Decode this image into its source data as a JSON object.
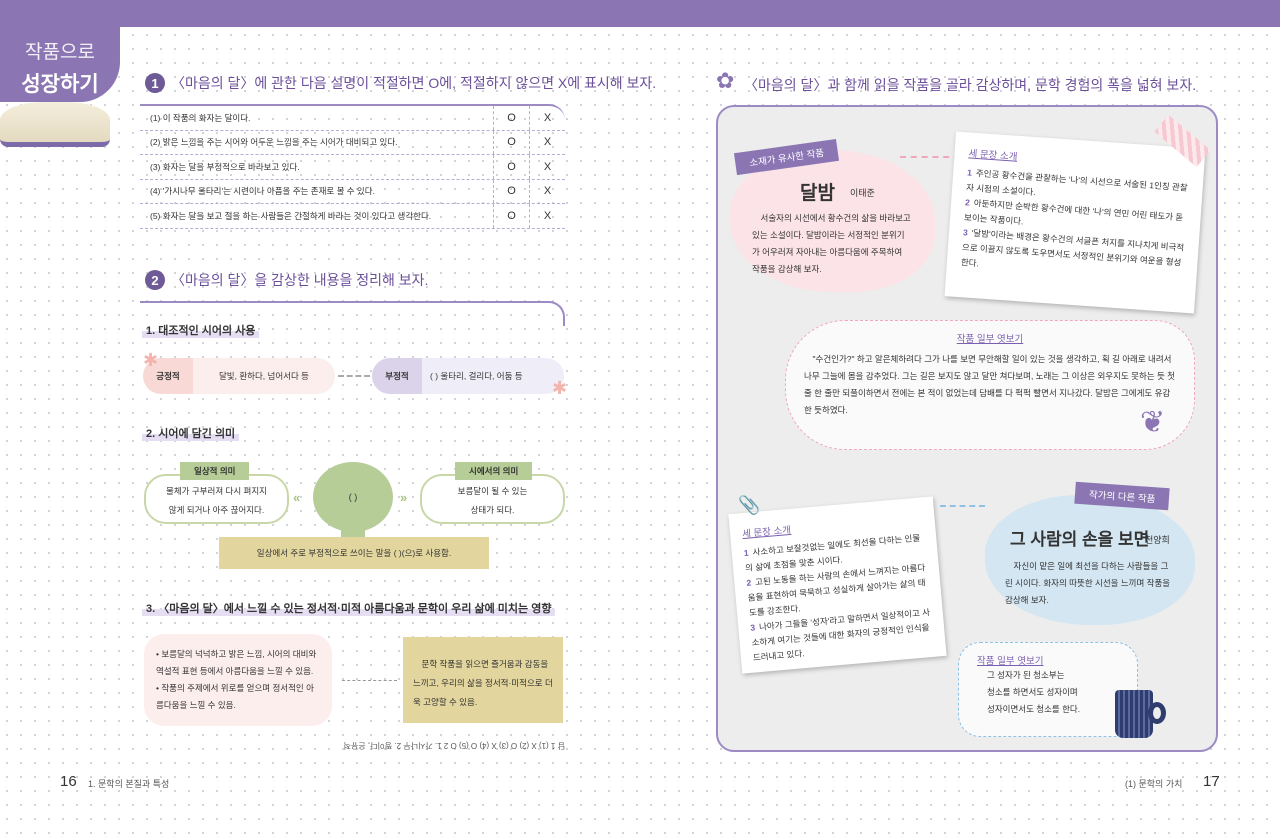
{
  "header": {
    "tab_line1": "작품으로",
    "tab_line2": "성장하기"
  },
  "q1": {
    "num": "1",
    "title": "〈마음의 달〉에 관한 다음 설명이 적절하면 O에, 적절하지 않으면 X에 표시해 보자.",
    "rows": [
      {
        "text": "(1) 이 작품의 화자는 달이다.",
        "o": "O",
        "x": "X"
      },
      {
        "text": "(2) 밝은 느낌을 주는 시어와 어두운 느낌을 주는 시어가 대비되고 있다.",
        "o": "O",
        "x": "X"
      },
      {
        "text": "(3) 화자는 달을 부정적으로 바라보고 있다.",
        "o": "O",
        "x": "X"
      },
      {
        "text": "(4) '가시나무 울타리'는 시련이나 아픔을 주는 존재로 볼 수 있다.",
        "o": "O",
        "x": "X"
      },
      {
        "text": "(5) 화자는 달을 보고 절을 하는 사람들은 간절하게 바라는 것이 있다고 생각한다.",
        "o": "O",
        "x": "X"
      }
    ]
  },
  "q2": {
    "num": "2",
    "title": "〈마음의 달〉을 감상한 내용을 정리해 보자.",
    "s1": {
      "title": "1. 대조적인 시어의 사용",
      "pos_label": "긍정적",
      "pos_text": "달빛, 환하다, 넘어서다 등",
      "neg_label": "부정적",
      "neg_text": "(                    ) 울타리, 걸리다, 어둠 등"
    },
    "s2": {
      "title": "2. 시어에 담긴 의미",
      "left_label": "일상적 의미",
      "left_text1": "물체가 구부러져 다시 펴지지",
      "left_text2": "않게 되거나 아주 끊어지다.",
      "center": "(              )",
      "right_label": "시에서의 의미",
      "right_text1": "보름달이 될 수 있는",
      "right_text2": "상태가 되다.",
      "bottom": "일상에서 주로 부정적으로 쓰이는 말을 (                    )(으)로 사용함."
    },
    "s3": {
      "title": "3. 〈마음의 달〉에서 느낄 수 있는 정서적·미적 아름다움과 문학이 우리 삶에 미치는 영향",
      "bullet1": "• 보름달의 넉넉하고 밝은 느낌, 시어의 대비와 역설적 표현 등에서 아름다움을 느낄 수 있음.",
      "bullet2": "• 작품의 주제에서 위로를 얻으며 정서적인 아름다움을 느낄 수 있음.",
      "result": "문학 작품을 읽으면 즐거움과 감동을 느끼고, 우리의 삶을 정서적·미적으로 더욱 고양할 수 있음."
    },
    "answer": "답  1 (1) X (2) O (3) X (4) O (5) O   2 1. 가시나무  2. 찡이다, 은유적"
  },
  "right": {
    "title": "〈마음의 달〉과 함께 읽을 작품을 골라 감상하며, 문학 경험의 폭을 넓혀 보자.",
    "work1": {
      "ribbon": "소재가 유사한 작품",
      "title": "달밤",
      "author": "이태준",
      "desc": "서술자의 시선에서 황수건의 삶을 바라보고 있는 소설이다. 달밤이라는 서정적인 분위기가 어우러져 자아내는 아름다움에 주목하여 작품을 감상해 보자.",
      "note_title": "세 문장 소개",
      "s1": "주인공 황수건을 관찰하는 '나'의 시선으로 서술된 1인칭 관찰자 시점의 소설이다.",
      "s2": "아둔하지만 순박한 황수건에 대한 '나'의 연민 어린 태도가 돋보이는 작품이다.",
      "s3": "'달밤'이라는 배경은 황수건의 서글픈 처지를 지나치게 비극적으로 이끌지 않도록 도우면서도 서정적인 분위기와 여운을 형성한다.",
      "excerpt_title": "작품 일부 엿보기",
      "excerpt": "\"수건인가?\" 하고 알은체하려다 그가 나를 보면 무안해할 일이 있는 것을 생각하고, 획 길 아래로 내려서 나무 그늘에 몸을 감추었다. 그는 길은 보지도 않고 달만 쳐다보며, 노래는 그 이상은 외우지도 못하는 듯 첫 줄 한 줄만 되풀이하면서 전에는 본 적이 없었는데 담배를 다 퍽퍽 빨면서 지나갔다. 달밤은 그에게도 유감한 듯하였다."
    },
    "work2": {
      "ribbon": "작가의 다른 작품",
      "title": "그 사람의 손을 보면",
      "author": "천양희",
      "desc": "자신이 맡은 일에 최선을 다하는 사람들을 그린 시이다. 화자의 따뜻한 시선을 느끼며 작품을 감상해 보자.",
      "note_title": "세 문장 소개",
      "s1": "사소하고 보잘것없는 일에도 최선을 다하는 인물의 삶에 초점을 맞춘 시이다.",
      "s2": "고된 노동을 하는 사람의 손에서 느껴지는 아름다움을 표현하여 묵묵하고 성실하게 살아가는 삶의 태도를 강조한다.",
      "s3": "나아가 그들을 '성자'라고 말하면서 일상적이고 사소하게 여기는 것들에 대한 화자의 긍정적인 인식을 드러내고 있다.",
      "excerpt_title": "작품 일부 엿보기",
      "excerpt1": "그 성자가 된 청소부는",
      "excerpt2": "청소를 하면서도 성자이며",
      "excerpt3": "성자이면서도 청소를 한다."
    }
  },
  "footer": {
    "left_page": "16",
    "left_chapter": "1. 문학의 본질과 특성",
    "right_chapter": "(1)  문학의 가치",
    "right_page": "17"
  },
  "colors": {
    "accent": "#8b76b3",
    "pink": "#fbe3e8",
    "blue": "#d3e6f2",
    "green": "#b7cd97",
    "yellow": "#e2d59d"
  }
}
